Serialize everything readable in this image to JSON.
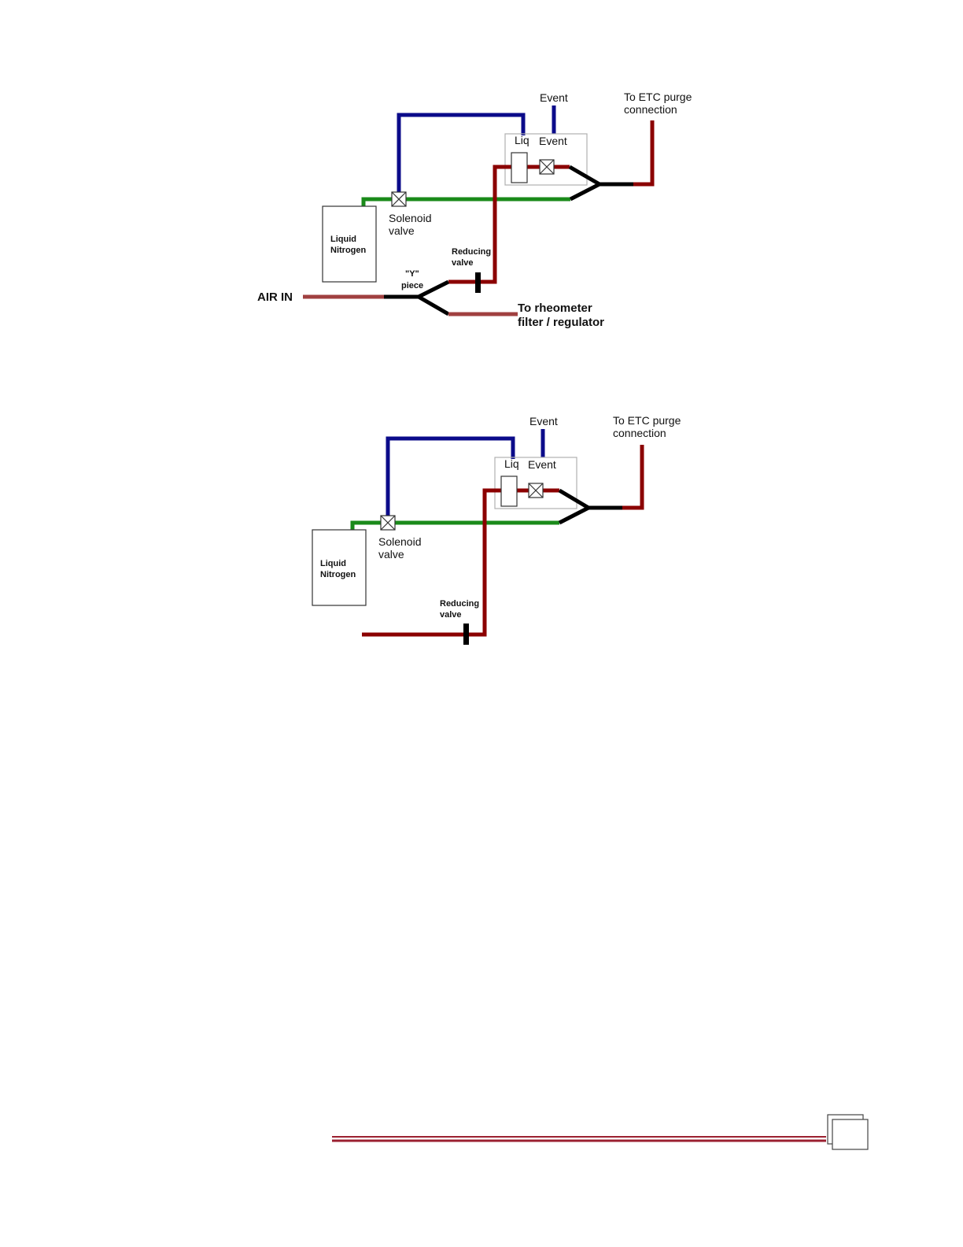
{
  "colors": {
    "air_line": "#8b0000",
    "air_in_line": "#a04040",
    "nitrogen_line": "#1a8a1a",
    "event_line": "#0b0b8a",
    "junction_line": "#000000",
    "footer_rule": "#9b2030"
  },
  "diagram_top": {
    "event_top": "Event",
    "purge_line1": "To ETC purge",
    "purge_line2": "connection",
    "liq": "Liq",
    "event_box": "Event",
    "tank_line1": "Liquid",
    "tank_line2": "Nitrogen",
    "solenoid_line1": "Solenoid",
    "solenoid_line2": "valve",
    "reducing_line1": "Reducing",
    "reducing_line2": "valve",
    "ypiece_line1": "\"Y\"",
    "ypiece_line2": "piece",
    "air_in": "AIR IN",
    "rheo_line1": "To rheometer",
    "rheo_line2": "filter / regulator"
  },
  "diagram_bottom": {
    "event_top": "Event",
    "purge_line1": "To ETC purge",
    "purge_line2": "connection",
    "liq": "Liq",
    "event_box": "Event",
    "tank_line1": "Liquid",
    "tank_line2": "Nitrogen",
    "solenoid_line1": "Solenoid",
    "solenoid_line2": "valve",
    "reducing_line1": "Reducing",
    "reducing_line2": "valve"
  }
}
